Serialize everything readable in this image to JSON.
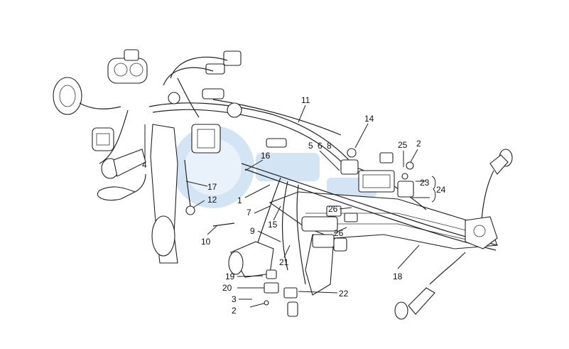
{
  "diagram": {
    "callouts": [
      {
        "id": "c11",
        "text": "11"
      },
      {
        "id": "c14",
        "text": "14"
      },
      {
        "id": "c5",
        "text": "5"
      },
      {
        "id": "c6",
        "text": "6"
      },
      {
        "id": "c8",
        "text": "8"
      },
      {
        "id": "c25",
        "text": "25"
      },
      {
        "id": "c2a",
        "text": "2"
      },
      {
        "id": "c23",
        "text": "23"
      },
      {
        "id": "c24",
        "text": "24"
      },
      {
        "id": "c4",
        "text": "4"
      },
      {
        "id": "c16",
        "text": "16"
      },
      {
        "id": "c17",
        "text": "17"
      },
      {
        "id": "c12",
        "text": "12"
      },
      {
        "id": "c1",
        "text": "1"
      },
      {
        "id": "c7",
        "text": "7"
      },
      {
        "id": "c26a",
        "text": "26"
      },
      {
        "id": "c15",
        "text": "15"
      },
      {
        "id": "c9",
        "text": "9"
      },
      {
        "id": "c26b",
        "text": "26"
      },
      {
        "id": "c10",
        "text": "10"
      },
      {
        "id": "c21",
        "text": "21"
      },
      {
        "id": "c18",
        "text": "18"
      },
      {
        "id": "c19",
        "text": "19"
      },
      {
        "id": "c20",
        "text": "20"
      },
      {
        "id": "c22",
        "text": "22"
      },
      {
        "id": "c3",
        "text": "3"
      },
      {
        "id": "c2b",
        "text": "2"
      }
    ],
    "accent_color": "#222222",
    "watermark_color": "#9ec3e6"
  }
}
